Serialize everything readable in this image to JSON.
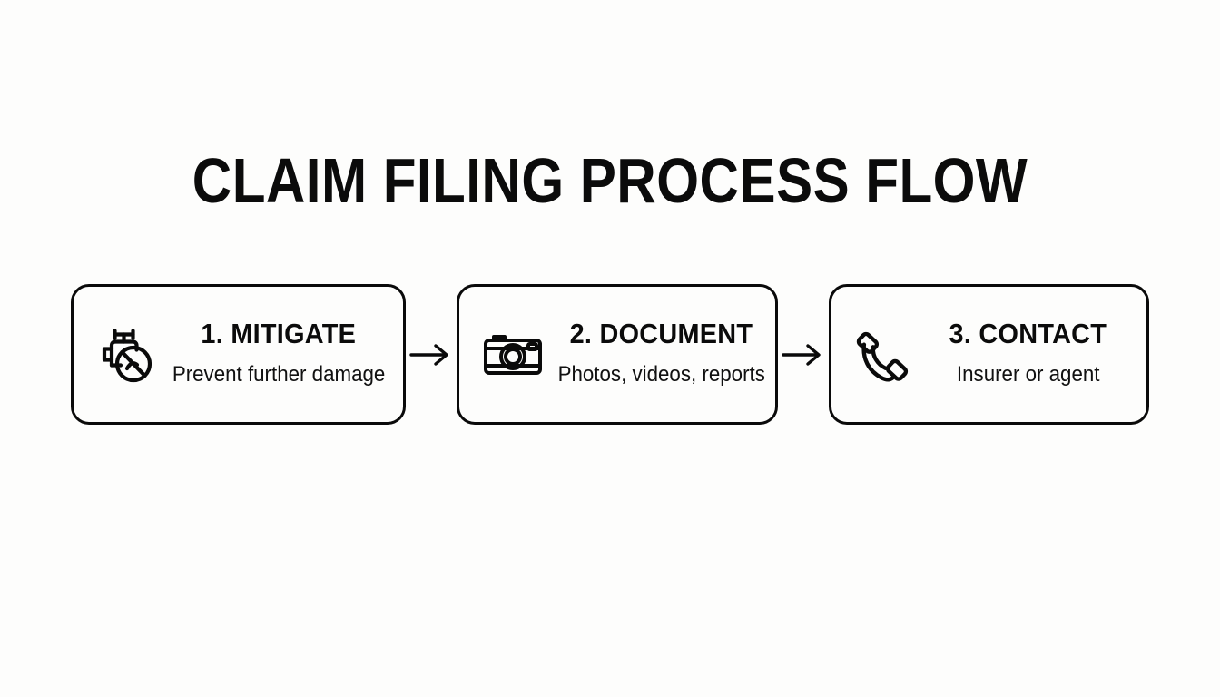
{
  "page": {
    "title": "CLAIM FILING PROCESS FLOW",
    "background_color": "#fdfdfc",
    "ink_color": "#0a0a0a"
  },
  "flow": {
    "steps": [
      {
        "title": "1. MITIGATE",
        "subtitle": "Prevent further damage",
        "icon": "faucet-no-water-icon"
      },
      {
        "title": "2. DOCUMENT",
        "subtitle": "Photos, videos, reports",
        "icon": "camera-icon"
      },
      {
        "title": "3. CONTACT",
        "subtitle": "Insurer or agent",
        "icon": "phone-handset-icon"
      }
    ],
    "connectors": [
      {
        "icon": "arrow-right-icon"
      },
      {
        "icon": "arrow-right-icon"
      }
    ]
  }
}
